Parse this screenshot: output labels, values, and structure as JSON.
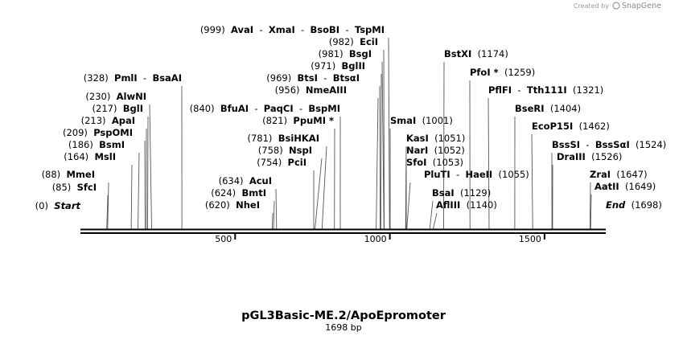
{
  "branding": {
    "created_by": "Created by",
    "app_name": "SnapGene"
  },
  "plasmid": {
    "name": "pGL3Basic-ME.2/ApoEpromoter",
    "length_label": "1698 bp",
    "length": 1698
  },
  "ticks": [
    {
      "value": 500,
      "label": "500"
    },
    {
      "value": 1000,
      "label": "1000"
    },
    {
      "value": 1500,
      "label": "1500"
    }
  ],
  "sites": [
    {
      "names": [
        "Start"
      ],
      "pos": "(0)",
      "site": 0,
      "side": "left",
      "ends": true
    },
    {
      "names": [
        "SfcI"
      ],
      "pos": "(85)",
      "site": 85,
      "side": "left"
    },
    {
      "names": [
        "MmeI"
      ],
      "pos": "(88)",
      "site": 88,
      "side": "left"
    },
    {
      "names": [
        "MslI"
      ],
      "pos": "(164)",
      "site": 164,
      "side": "left"
    },
    {
      "names": [
        "BsmI"
      ],
      "pos": "(186)",
      "site": 186,
      "side": "left"
    },
    {
      "names": [
        "PspOMI"
      ],
      "pos": "(209)",
      "site": 209,
      "side": "left"
    },
    {
      "names": [
        "ApaI"
      ],
      "pos": "(213)",
      "site": 213,
      "side": "left"
    },
    {
      "names": [
        "BglI"
      ],
      "pos": "(217)",
      "site": 217,
      "side": "left"
    },
    {
      "names": [
        "AlwNI"
      ],
      "pos": "(230)",
      "site": 230,
      "side": "left"
    },
    {
      "names": [
        "PmlI",
        "BsaAI"
      ],
      "pos": "(328)",
      "site": 328,
      "side": "left"
    },
    {
      "names": [
        "NheI"
      ],
      "pos": "(620)",
      "site": 620,
      "side": "left"
    },
    {
      "names": [
        "BmtI"
      ],
      "pos": "(624)",
      "site": 624,
      "side": "left"
    },
    {
      "names": [
        "AcuI"
      ],
      "pos": "(634)",
      "site": 634,
      "side": "left"
    },
    {
      "names": [
        "PciI"
      ],
      "pos": "(754)",
      "site": 754,
      "side": "left"
    },
    {
      "names": [
        "NspI"
      ],
      "pos": "(758)",
      "site": 758,
      "side": "left"
    },
    {
      "names": [
        "BsiHKAI"
      ],
      "pos": "(781)",
      "site": 781,
      "side": "left"
    },
    {
      "names": [
        "PpuMI *"
      ],
      "pos": "(821)",
      "site": 821,
      "side": "left"
    },
    {
      "names": [
        "BfuAI",
        "PaqCI",
        "BspMI"
      ],
      "pos": "(840)",
      "site": 840,
      "side": "left"
    },
    {
      "names": [
        "NmeAIII"
      ],
      "pos": "(956)",
      "site": 956,
      "side": "left"
    },
    {
      "names": [
        "BtsI",
        "BtsαI"
      ],
      "pos": "(969)",
      "site": 969,
      "side": "left"
    },
    {
      "names": [
        "BglII"
      ],
      "pos": "(971)",
      "site": 971,
      "side": "left"
    },
    {
      "names": [
        "BsgI"
      ],
      "pos": "(981)",
      "site": 981,
      "side": "left"
    },
    {
      "names": [
        "EciI"
      ],
      "pos": "(982)",
      "site": 982,
      "side": "left"
    },
    {
      "names": [
        "AvaI",
        "XmaI",
        "BsoBI",
        "TspMI"
      ],
      "pos": "(999)",
      "site": 999,
      "side": "left"
    },
    {
      "names": [
        "SmaI"
      ],
      "pos": "(1001)",
      "site": 1001,
      "side": "right"
    },
    {
      "names": [
        "KasI"
      ],
      "pos": "(1051)",
      "site": 1051,
      "side": "right"
    },
    {
      "names": [
        "NarI"
      ],
      "pos": "(1052)",
      "site": 1052,
      "side": "right"
    },
    {
      "names": [
        "SfoI"
      ],
      "pos": "(1053)",
      "site": 1053,
      "side": "right"
    },
    {
      "names": [
        "PluTI",
        "HaeII"
      ],
      "pos": "(1055)",
      "site": 1055,
      "side": "right"
    },
    {
      "names": [
        "BsaI"
      ],
      "pos": "(1129)",
      "site": 1129,
      "side": "right"
    },
    {
      "names": [
        "AflIII"
      ],
      "pos": "(1140)",
      "site": 1140,
      "side": "right"
    },
    {
      "names": [
        "BstXI"
      ],
      "pos": "(1174)",
      "site": 1174,
      "side": "right"
    },
    {
      "names": [
        "PfoI *"
      ],
      "pos": "(1259)",
      "site": 1259,
      "side": "right"
    },
    {
      "names": [
        "PflFI",
        "Tth111I"
      ],
      "pos": "(1321)",
      "site": 1321,
      "side": "right"
    },
    {
      "names": [
        "BseRI"
      ],
      "pos": "(1404)",
      "site": 1404,
      "side": "right"
    },
    {
      "names": [
        "EcoP15I"
      ],
      "pos": "(1462)",
      "site": 1462,
      "side": "right"
    },
    {
      "names": [
        "BssSI",
        "BssSαI"
      ],
      "pos": "(1524)",
      "site": 1524,
      "side": "right"
    },
    {
      "names": [
        "DraIII"
      ],
      "pos": "(1526)",
      "site": 1526,
      "side": "right"
    },
    {
      "names": [
        "ZraI"
      ],
      "pos": "(1647)",
      "site": 1647,
      "side": "right"
    },
    {
      "names": [
        "AatII"
      ],
      "pos": "(1649)",
      "site": 1649,
      "side": "right"
    },
    {
      "names": [
        "End"
      ],
      "pos": "(1698)",
      "site": 1698,
      "side": "right",
      "ends": true
    }
  ]
}
